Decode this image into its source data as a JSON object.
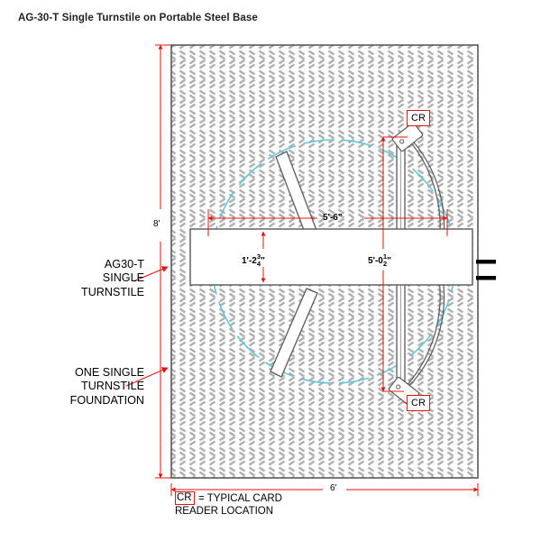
{
  "page": {
    "title": "AG-30-T Single Turnstile on Portable Steel Base"
  },
  "colors": {
    "dimension_red": "#e8120e",
    "rotation_arc_cyan": "#5fc8da",
    "plate_gray": "#b3b3b3",
    "outline_dark": "#58595b",
    "text_black": "#000000"
  },
  "callouts": [
    {
      "name": "turnstile",
      "lines": [
        "AG30-T",
        "SINGLE",
        "TURNSTILE"
      ]
    },
    {
      "name": "foundation",
      "lines": [
        "ONE SINGLE",
        "TURNSTILE",
        "FOUNDATION"
      ]
    }
  ],
  "dimensions": {
    "overall_height": "8'",
    "overall_width": "6'",
    "arm_span": "5'-6\"",
    "barrier_height": {
      "feet": "1'-2",
      "num": "3",
      "den": "4",
      "inch": "\""
    },
    "post_offset": {
      "feet": "5'-0",
      "num": "1",
      "den": "2",
      "inch": "\""
    }
  },
  "markers": {
    "card_reader_label": "CR",
    "card_reader_top": "CR",
    "card_reader_bottom": "CR"
  },
  "legend": {
    "symbol": "CR",
    "line1": "= TYPICAL CARD",
    "line2": "READER LOCATION"
  }
}
